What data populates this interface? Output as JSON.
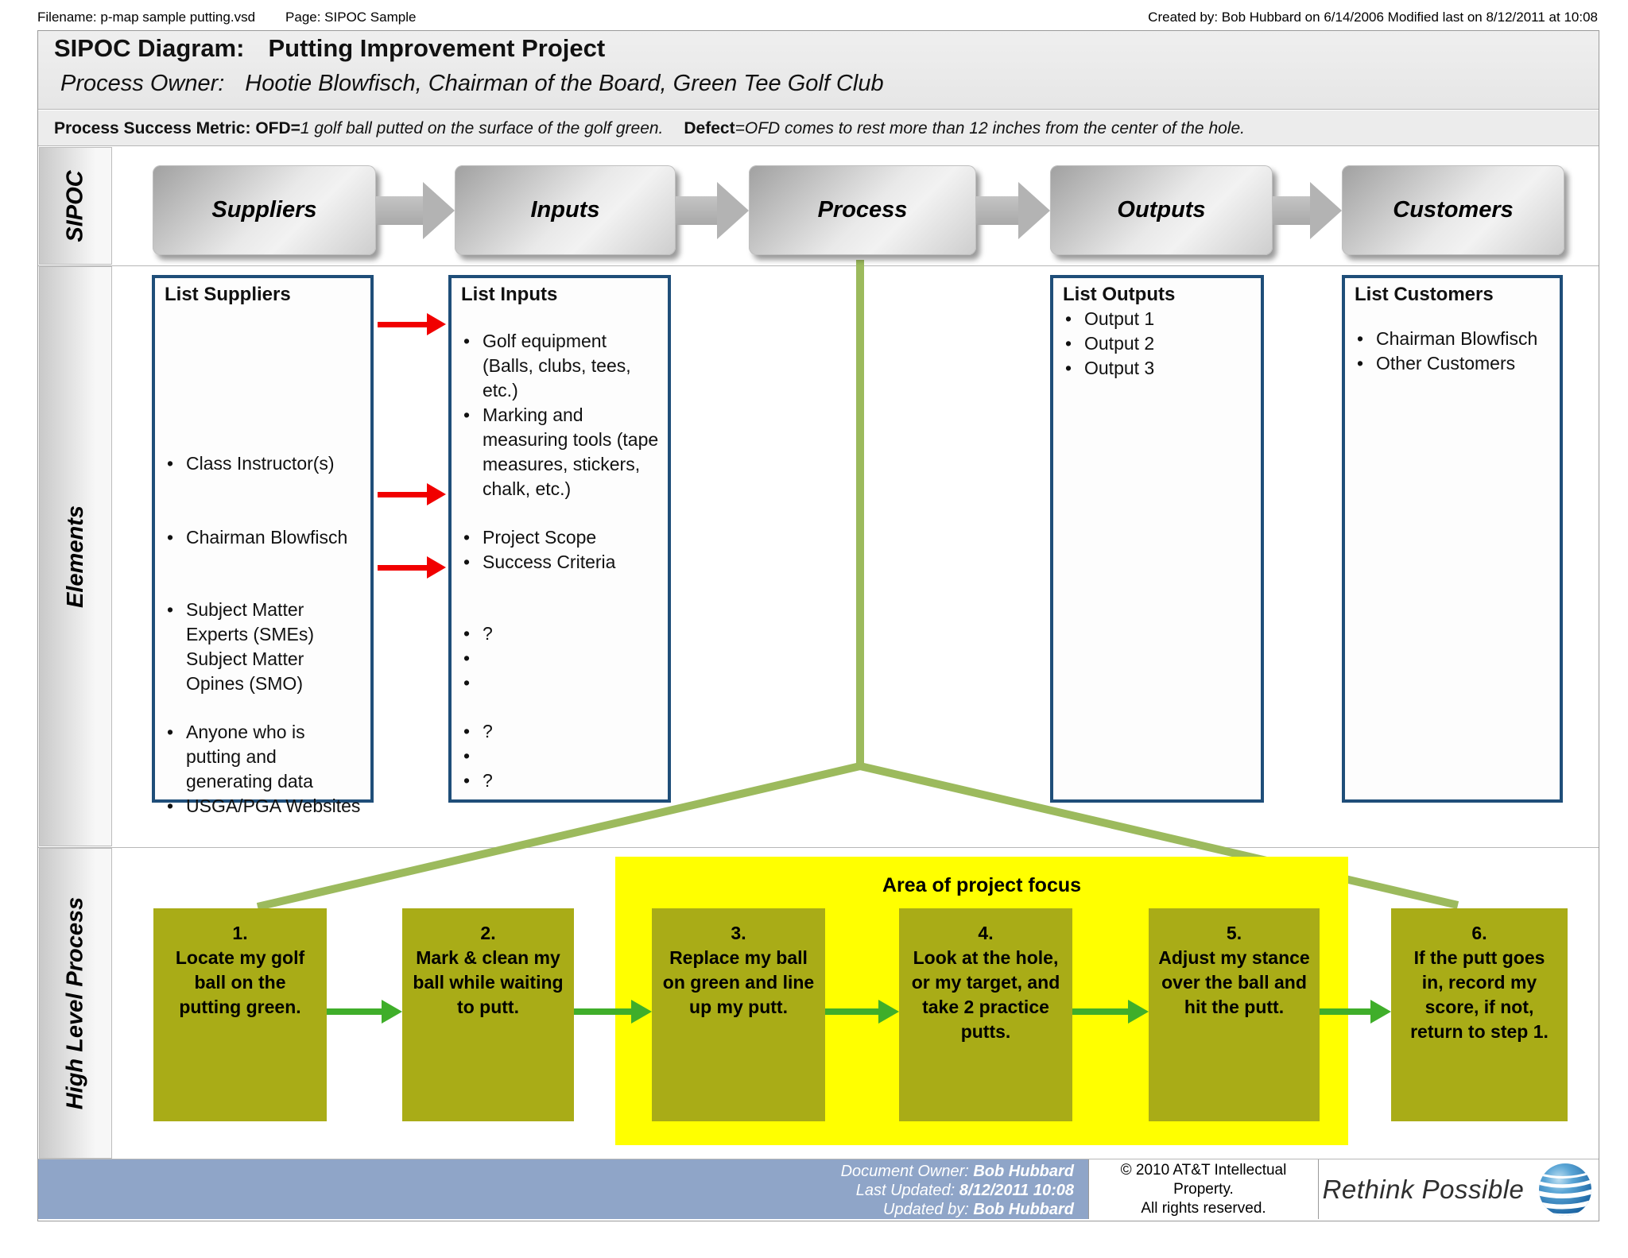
{
  "meta": {
    "filename": "Filename: p-map sample putting.vsd",
    "page": "Page: SIPOC Sample",
    "created": "Created by: Bob Hubbard on 6/14/2006  Modified last on 8/12/2011 at 10:08"
  },
  "title": {
    "label": "SIPOC Diagram:",
    "value": "Putting Improvement Project",
    "owner_label": "Process Owner:",
    "owner_value": "Hootie Blowfisch, Chairman of the Board, Green Tee Golf Club"
  },
  "metric": {
    "label": "Process Success Metric: ",
    "ofd_label": "OFD=",
    "ofd_text": "1 golf ball putted on the surface of the golf green.",
    "defect_label": "Defect",
    "defect_text": "=OFD comes to rest more than 12 inches from the center of the hole."
  },
  "sidebar": {
    "rows": [
      "SIPOC",
      "Elements",
      "High Level Process"
    ]
  },
  "sipoc_headers": [
    "Suppliers",
    "Inputs",
    "Process",
    "Outputs",
    "Customers"
  ],
  "elements": {
    "suppliers": {
      "title": "List Suppliers",
      "groups": [
        [
          "Class Instructor(s)"
        ],
        [
          "Chairman Blowfisch"
        ],
        [
          "Subject Matter Experts (SMEs) Subject Matter Opines (SMO)"
        ],
        [
          "Anyone who is putting and generating data"
        ],
        [
          "USGA/PGA Websites"
        ]
      ]
    },
    "inputs": {
      "title": "List Inputs",
      "groups": [
        [
          "Golf equipment (Balls, clubs, tees, etc.)",
          "Marking and measuring tools (tape measures, stickers, chalk, etc.)"
        ],
        [
          "Project Scope",
          "Success Criteria"
        ],
        [
          "?",
          "",
          ""
        ],
        [
          "?",
          ""
        ],
        [
          "?"
        ]
      ]
    },
    "outputs": {
      "title": "List Outputs",
      "groups": [
        [
          "Output 1",
          "Output 2",
          "Output 3"
        ]
      ]
    },
    "customers": {
      "title": "List Customers",
      "groups": [
        [
          "Chairman Blowfisch"
        ],
        [
          "Other Customers"
        ]
      ]
    }
  },
  "high_level_process": {
    "focus_label": "Area of project focus",
    "steps": [
      {
        "number": "1.",
        "text": "Locate my golf ball on the putting green.",
        "in_focus": false
      },
      {
        "number": "2.",
        "text": "Mark & clean my ball while waiting to putt.",
        "in_focus": false
      },
      {
        "number": "3.",
        "text": "Replace my ball on green and line up my putt.",
        "in_focus": true
      },
      {
        "number": "4.",
        "text": "Look at the hole, or my target, and take 2 practice putts.",
        "in_focus": true
      },
      {
        "number": "5.",
        "text": "Adjust my stance over the ball and hit the putt.",
        "in_focus": true
      },
      {
        "number": "6.",
        "text": "If the putt goes in, record my score, if not, return to step 1.",
        "in_focus": false
      }
    ]
  },
  "footer": {
    "doc_lines": [
      {
        "label": "Document Owner: ",
        "value": "Bob Hubbard"
      },
      {
        "label": "Last Updated: ",
        "value": "8/12/2011 10:08"
      },
      {
        "label": "Updated by: ",
        "value": "Bob Hubbard"
      }
    ],
    "copyright_line1": "© 2010 AT&T Intellectual Property.",
    "copyright_line2": "All rights reserved.",
    "tagline": "Rethink Possible"
  },
  "colors": {
    "box_border_navy": "#1f4e79",
    "supplier_arrow_red": "#f10000",
    "process_tree_green": "#9cba5d",
    "step_arrow_green": "#3fae2a",
    "step_box_olive": "#a9ac17",
    "focus_yellow": "#ffff00",
    "footer_blue": "#8fa5c8",
    "att_globe_blue": "#1d6fb8"
  }
}
